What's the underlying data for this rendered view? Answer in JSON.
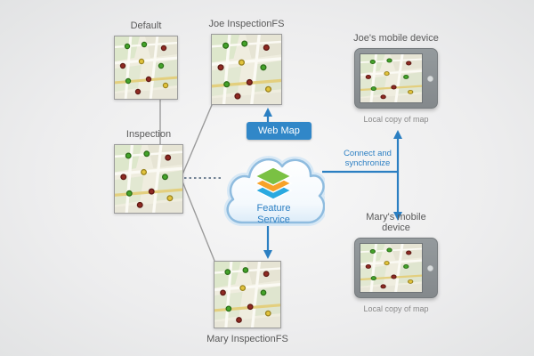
{
  "maps": {
    "default": {
      "label": "Default"
    },
    "joe": {
      "label": "Joe InspectionFS"
    },
    "inspection": {
      "label": "Inspection"
    },
    "mary": {
      "label": "Mary InspectionFS"
    }
  },
  "cloud": {
    "badge": "Web Map",
    "service_line1": "Feature",
    "service_line2": "Service"
  },
  "sync": {
    "line1": "Connect and",
    "line2": "synchronize"
  },
  "devices": {
    "joe": {
      "title": "Joe's mobile device",
      "caption": "Local copy of map"
    },
    "mary": {
      "title": "Mary's mobile device",
      "caption": "Local copy of map"
    }
  },
  "colors": {
    "accent_blue": "#2b7fc2",
    "line_gray": "#9b9b9b"
  }
}
